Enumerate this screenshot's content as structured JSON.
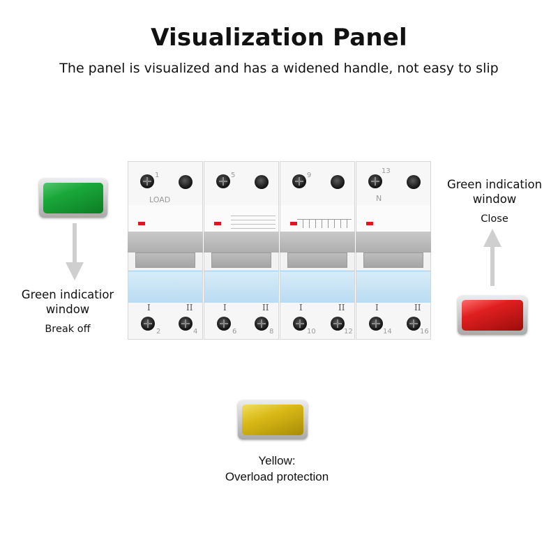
{
  "header": {
    "title": "Visualization Panel",
    "subtitle": "The panel is visualized and has a widened handle, not easy to slip"
  },
  "indicators": {
    "left": {
      "label_line1": "Green indicatior",
      "label_line2": "window",
      "state": "Break off",
      "color": "#1aa83a"
    },
    "right": {
      "label_line1": "Green indication",
      "label_line2": "window",
      "state": "Close",
      "color": "#e01f1f"
    },
    "bottom": {
      "label_line1": "Yellow:",
      "label_line2": "Overload protection",
      "color": "#d8b816"
    }
  },
  "breaker": {
    "load_label": "LOAD",
    "neutral_label": "N",
    "top_terminals": [
      "1",
      "5",
      "9",
      "13"
    ],
    "bottom_terminals": [
      [
        "2",
        "4"
      ],
      [
        "6",
        "8"
      ],
      [
        "10",
        "12"
      ],
      [
        "14",
        "16"
      ]
    ],
    "roman_labels": [
      "I",
      "II"
    ]
  }
}
